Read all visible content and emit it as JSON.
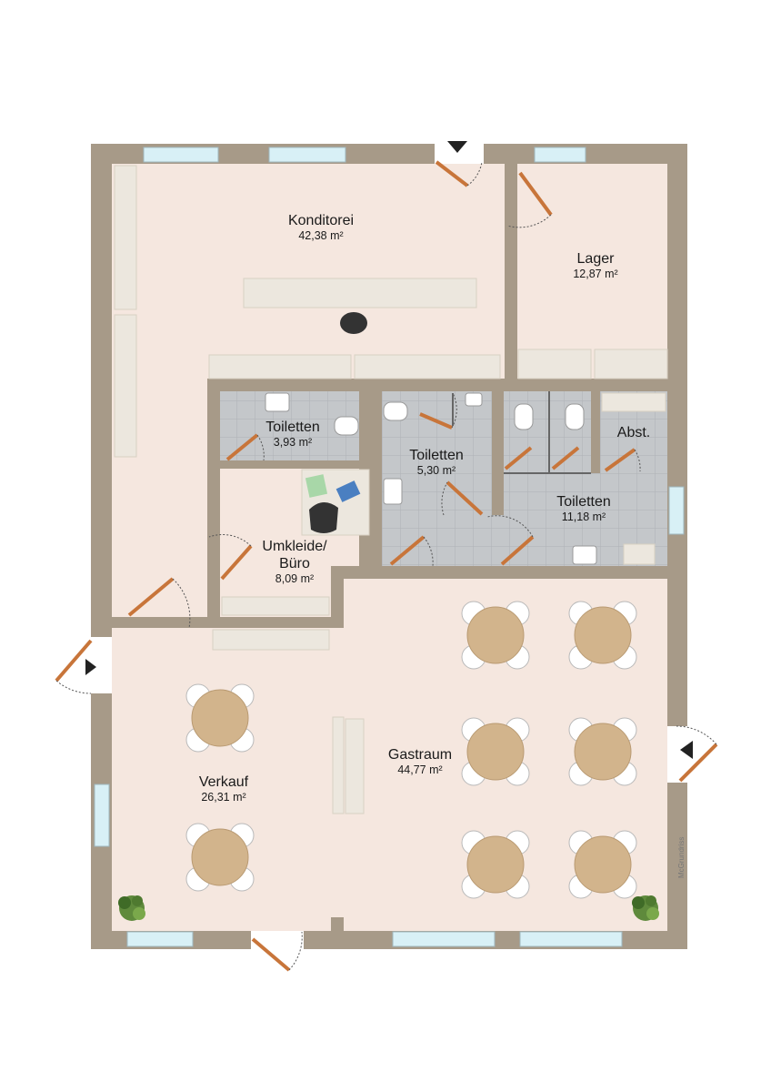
{
  "rooms": {
    "konditorei": {
      "name": "Konditorei",
      "area": "42,38 m²"
    },
    "lager": {
      "name": "Lager",
      "area": "12,87 m²"
    },
    "toiletten_1": {
      "name": "Toiletten",
      "area": "3,93 m²"
    },
    "toiletten_2": {
      "name": "Toiletten",
      "area": "5,30 m²"
    },
    "toiletten_3": {
      "name": "Toiletten",
      "area": "11,18 m²"
    },
    "abst": {
      "name": "Abst.",
      "area": ""
    },
    "umkleide": {
      "name": "Umkleide/\nBüro",
      "area": "8,09 m²"
    },
    "verkauf": {
      "name": "Verkauf",
      "area": "26,31 m²"
    },
    "gastraum": {
      "name": "Gastraum",
      "area": "44,77 m²"
    }
  },
  "watermark": "McGrundriss",
  "colors": {
    "wall": "#a79a88",
    "floor": "#f5e7df",
    "tile": "#c2c5c8",
    "counter": "#ece7de",
    "table": "#d2b48c",
    "window": "#d8f0f6"
  }
}
